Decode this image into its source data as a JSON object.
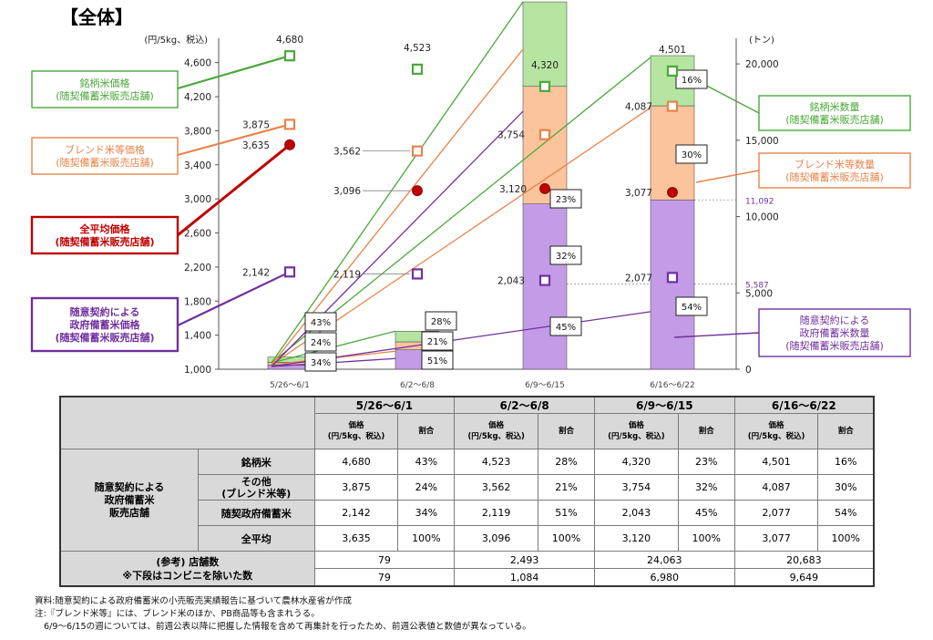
{
  "page_title": "【全体】",
  "chart_data": {
    "type": "bar",
    "title": "",
    "categories": [
      "5/26～6/1",
      "6/2～6/8",
      "6/9～6/15",
      "6/16～6/22"
    ],
    "left_axis": {
      "label": "(円/5kg、税込)",
      "range": [
        1000,
        4800
      ],
      "ticks": [
        "1,000",
        "1,400",
        "1,800",
        "2,200",
        "2,600",
        "3,000",
        "3,400",
        "3,800",
        "4,200",
        "4,600"
      ]
    },
    "right_axis": {
      "label": "(トン)",
      "range": [
        0,
        21200
      ],
      "ticks": [
        "0",
        "5,000",
        "10,000",
        "15,000",
        "20,000"
      ]
    },
    "stacked_series": [
      {
        "name": "随意契約による政府備蓄米数量(随契備蓄米販売店舗)",
        "color": "#c39be6",
        "values": [
          268,
          1271,
          10829,
          11092
        ],
        "shares": [
          "34%",
          "51%",
          "45%",
          "54%"
        ]
      },
      {
        "name": "ブレンド米等数量(随契備蓄米販売店舗)",
        "color": "#fbc49c",
        "values": [
          189,
          523,
          7701,
          6163
        ],
        "shares": [
          "24%",
          "21%",
          "32%",
          "30%"
        ]
      },
      {
        "name": "銘柄米数量(随契備蓄米販売店舗)",
        "color": "#b5e5a0",
        "values": [
          339,
          698,
          5533,
          3287
        ],
        "shares": [
          "43%",
          "28%",
          "23%",
          "16%"
        ]
      }
    ],
    "price_series": [
      {
        "name": "銘柄米価格(随契備蓄米販売店舗)",
        "color": "#4aa83a",
        "marker": "square",
        "values": [
          4680,
          4523,
          4320,
          4501
        ],
        "labels": [
          "4,680",
          "4,523",
          "4,320",
          "4,501"
        ]
      },
      {
        "name": "ブレンド米等価格(随契備蓄米販売店舗)",
        "color": "#e8834a",
        "marker": "square",
        "values": [
          3875,
          3562,
          3754,
          4087
        ],
        "labels": [
          "3,875",
          "3,562",
          "3,754",
          "4,087"
        ]
      },
      {
        "name": "全平均価格(随契備蓄米販売店舗)",
        "color": "#c00000",
        "marker": "circle",
        "values": [
          3635,
          3096,
          3120,
          3077
        ],
        "labels": [
          "3,635",
          "3,096",
          "3,120",
          "3,077"
        ]
      },
      {
        "name": "随意契約による政府備蓄米価格(随契備蓄米販売店舗)",
        "color": "#7030a0",
        "marker": "square",
        "values": [
          2142,
          2119,
          2043,
          2077
        ],
        "labels": [
          "2,142",
          "2,119",
          "2,043",
          "2,077"
        ]
      }
    ],
    "reference_marks": [
      {
        "label": "11,092",
        "value": 11092
      },
      {
        "label": "5,587",
        "value": 5587
      }
    ],
    "legend_boxes": [
      {
        "lines": [
          "銘柄米価格",
          "(随契備蓄米販売店舗)"
        ],
        "color": "#4aa83a",
        "bold": false
      },
      {
        "lines": [
          "ブレンド米等価格",
          "(随契備蓄米販売店舗)"
        ],
        "color": "#e8834a",
        "bold": false
      },
      {
        "lines": [
          "全平均価格",
          "(随契備蓄米販売店舗)"
        ],
        "color": "#c00000",
        "bold": true
      },
      {
        "lines": [
          "随意契約による",
          "政府備蓄米価格",
          "(随契備蓄米販売店舗)"
        ],
        "color": "#7030a0",
        "bold": true
      },
      {
        "lines": [
          "銘柄米数量",
          "(随契備蓄米販売店舗)"
        ],
        "color": "#4aa83a",
        "bold": false
      },
      {
        "lines": [
          "ブレンド米等数量",
          "(随契備蓄米販売店舗)"
        ],
        "color": "#e8834a",
        "bold": false
      },
      {
        "lines": [
          "随意契約による",
          "政府備蓄米数量",
          "(随契備蓄米販売店舗)"
        ],
        "color": "#7030a0",
        "bold": false
      }
    ]
  },
  "table": {
    "periods": [
      "5/26～6/1",
      "6/2～6/8",
      "6/9～6/15",
      "6/16～6/22"
    ],
    "price_header_1": "価格",
    "price_header_2": "(円/5kg、税込)",
    "share_header": "割合",
    "group_label_lines": [
      "随意契約による",
      "政府備蓄米",
      "販売店舗"
    ],
    "rows": [
      {
        "label": "銘柄米",
        "label2": "",
        "cells": [
          [
            "4,680",
            "43%"
          ],
          [
            "4,523",
            "28%"
          ],
          [
            "4,320",
            "23%"
          ],
          [
            "4,501",
            "16%"
          ]
        ]
      },
      {
        "label": "その他",
        "label2": "(ブレンド米等)",
        "cells": [
          [
            "3,875",
            "24%"
          ],
          [
            "3,562",
            "21%"
          ],
          [
            "3,754",
            "32%"
          ],
          [
            "4,087",
            "30%"
          ]
        ]
      },
      {
        "label": "随契政府備蓄米",
        "label2": "",
        "cells": [
          [
            "2,142",
            "34%"
          ],
          [
            "2,119",
            "51%"
          ],
          [
            "2,043",
            "45%"
          ],
          [
            "2,077",
            "54%"
          ]
        ]
      },
      {
        "label": "全平均",
        "label2": "",
        "cells": [
          [
            "3,635",
            "100%"
          ],
          [
            "3,096",
            "100%"
          ],
          [
            "3,120",
            "100%"
          ],
          [
            "3,077",
            "100%"
          ]
        ]
      }
    ],
    "ref_label_1": "(参考) 店舗数",
    "ref_label_2": "※下段はコンビニを除いた数",
    "store_counts": [
      "79",
      "2,493",
      "24,063",
      "20,683"
    ],
    "store_counts_excl_convenience": [
      "79",
      "1,084",
      "6,980",
      "9,649"
    ]
  },
  "notes": [
    "資料:随意契約による政府備蓄米の小売販売実績報告に基づいて農林水産省が作成",
    "注:『ブレンド米等』には、ブレンド米のほか、PB商品等も含まれうる。",
    "6/9～6/15の週については、前週公表以降に把握した情報を含めて再集計を行ったため、前週公表値と数値が異なっている。"
  ]
}
